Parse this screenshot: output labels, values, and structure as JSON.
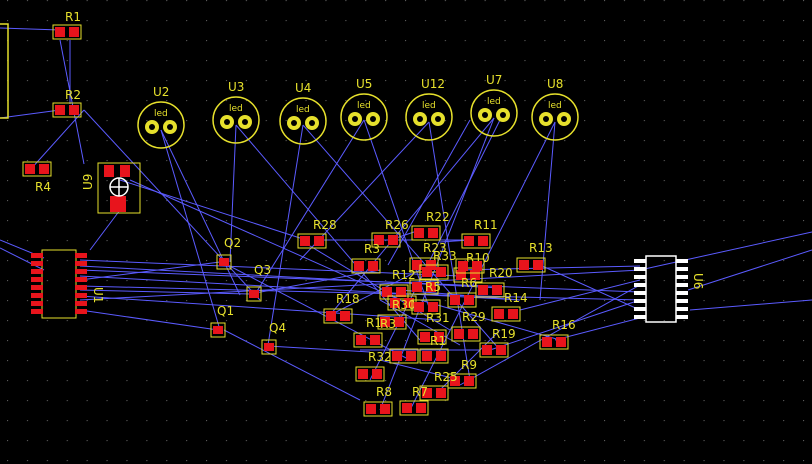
{
  "view": {
    "name": "pcb-layout-canvas",
    "grid": true,
    "background": "#000000"
  },
  "colors": {
    "silk": "#e6e02c",
    "pad": "#e8141c",
    "ratsnest": "#5b5bff",
    "icbody": "#ffffff"
  },
  "labels": {
    "R1": "R1",
    "R2": "R2",
    "R4": "R4",
    "U9": "U9",
    "U2": "U2",
    "U3": "U3",
    "U4": "U4",
    "U5": "U5",
    "U12": "U12",
    "U7": "U7",
    "U8": "U8",
    "led": "led",
    "U1": "U1",
    "U6": "U6",
    "Q1": "Q1",
    "Q2": "Q2",
    "Q3": "Q3",
    "Q4": "Q4",
    "R28": "R28",
    "R26": "R26",
    "R22": "R22",
    "R11": "R11",
    "R13": "R13",
    "R23": "R23",
    "R33": "R33",
    "R10": "R10",
    "R20": "R20",
    "R14": "R14",
    "R12": "R12",
    "R5": "R5",
    "R30": "R30",
    "R18": "R18",
    "R31": "R31",
    "R29": "R29",
    "R19": "R19",
    "R16": "R16",
    "R3": "R3",
    "R32": "R32",
    "R9": "R9",
    "R25": "R25",
    "R8": "R8",
    "R7": "R7",
    "R1x": "R1",
    "R6": "R6",
    "R3x": "R3",
    "R1y": "R1"
  }
}
